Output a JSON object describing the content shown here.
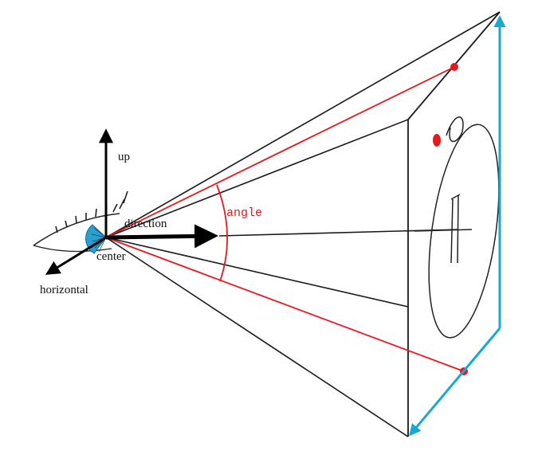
{
  "labels": {
    "up": "up",
    "direction": "direction",
    "center": "center",
    "horizontal": "horizontal",
    "angle": "angle"
  },
  "colors": {
    "frustum_lines": "#1a1a1a",
    "view_rays": "#e8181d",
    "points": "#e8181d",
    "screen_axes": "#18a8d8",
    "eye_iris": "#2aa0d0",
    "axes": "#000000"
  }
}
